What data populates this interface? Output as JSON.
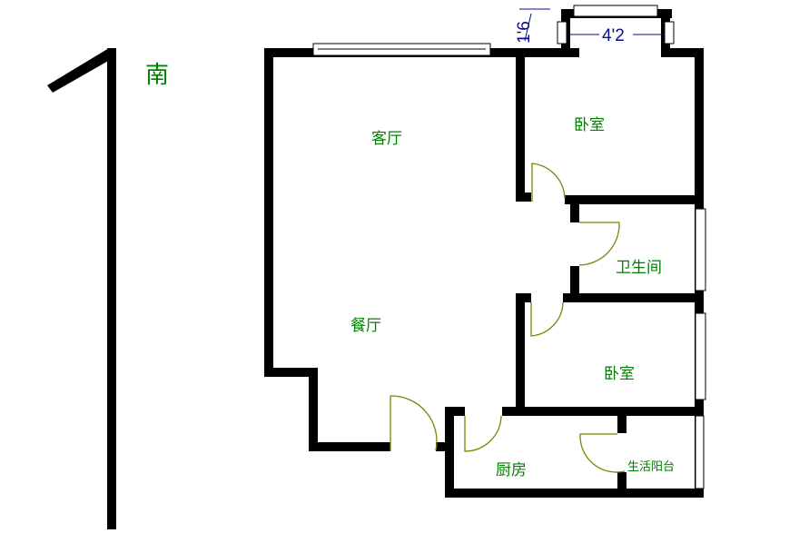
{
  "compass_label": "南",
  "rooms": {
    "living": "客厅",
    "dining": "餐厅",
    "bedroom1": "卧室",
    "bathroom": "卫生间",
    "bedroom2": "卧室",
    "kitchen": "厨房",
    "balcony": "生活阳台"
  },
  "dimensions": {
    "width": "4'2",
    "depth": "1'6"
  },
  "colors": {
    "label": "#008000",
    "dimension": "#0a0a8c",
    "door": "#808000"
  }
}
